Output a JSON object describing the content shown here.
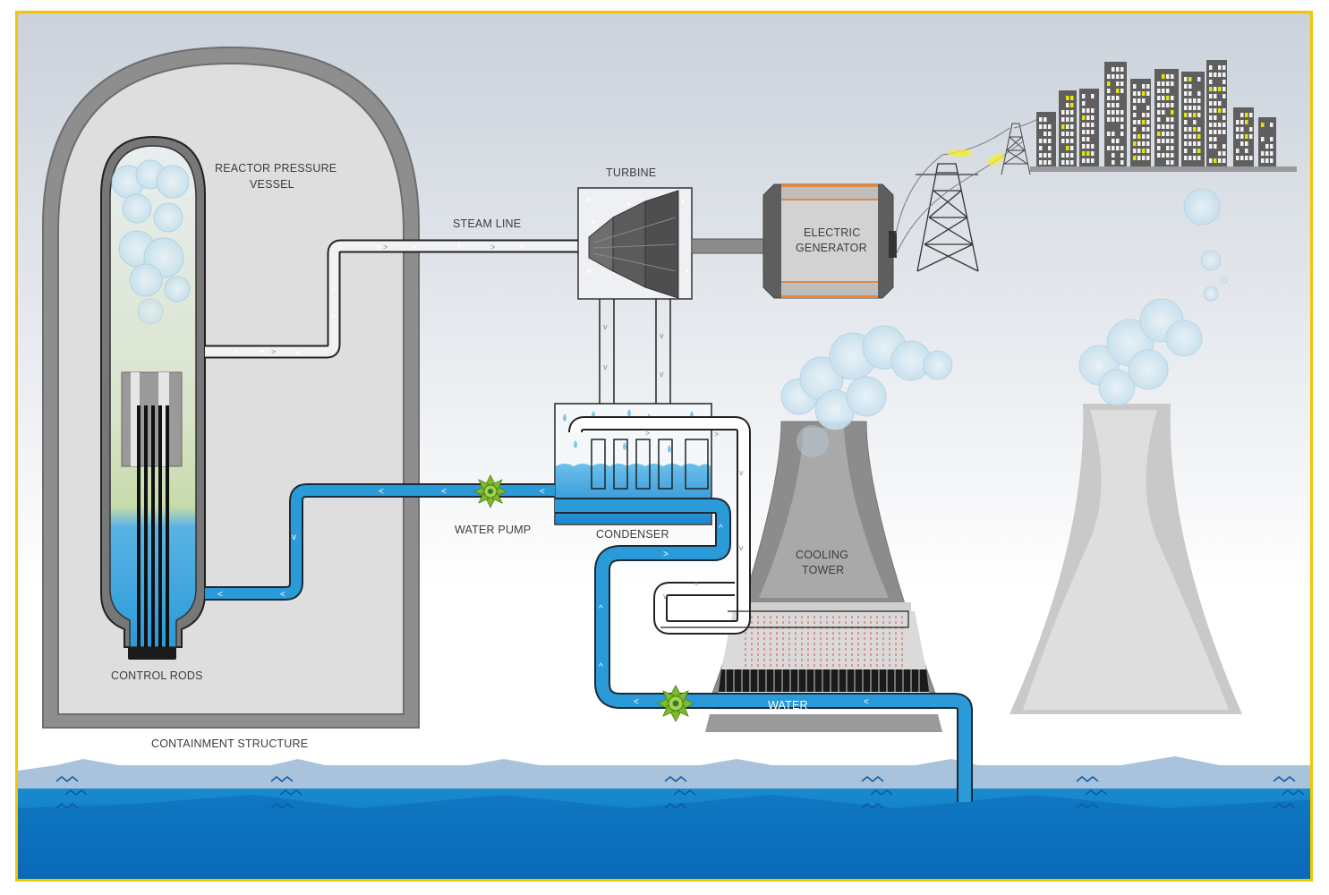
{
  "diagram": {
    "title": "Boiling Water Reactor Power Plant",
    "labels": {
      "reactor_pressure_vessel_line1": "REACTOR  PRESSURE",
      "reactor_pressure_vessel_line2": "VESSEL",
      "turbine": "TURBINE",
      "steam_line": "STEAM LINE",
      "electric_generator_line1": "ELECTRIC",
      "electric_generator_line2": "GENERATOR",
      "water_pump": "WATER PUMP",
      "condenser": "CONDENSER",
      "cooling_tower_line1": "COOLING",
      "cooling_tower_line2": "TOWER",
      "control_rods": "CONTROL RODS",
      "containment_structure": "CONTAINMENT STRUCTURE",
      "water": "WATER"
    },
    "colors": {
      "frame_border": "#f2c600",
      "sky_top": "#ccd3dc",
      "sky_bottom": "#ffffff",
      "containment_fill": "#dcdcdc",
      "containment_wall": "#8a8a8a",
      "water_blue": "#2a9ad8",
      "pipe_outline": "#1d2a35",
      "steam_pipe_fill": "#eef0f2",
      "pump_green": "#7dbb2c",
      "generator_body": "#666666",
      "generator_band": "#e8873a",
      "building_grey": "#5f5f5f",
      "window_yellow": "#e6e600",
      "sea_surface": "#a9c3dc",
      "sea_mid": "#1486cc",
      "sea_deep": "#0568b5",
      "cooling_tower_grey": "#8f8f8f",
      "ghost_tower": "#d9d9d9"
    }
  }
}
